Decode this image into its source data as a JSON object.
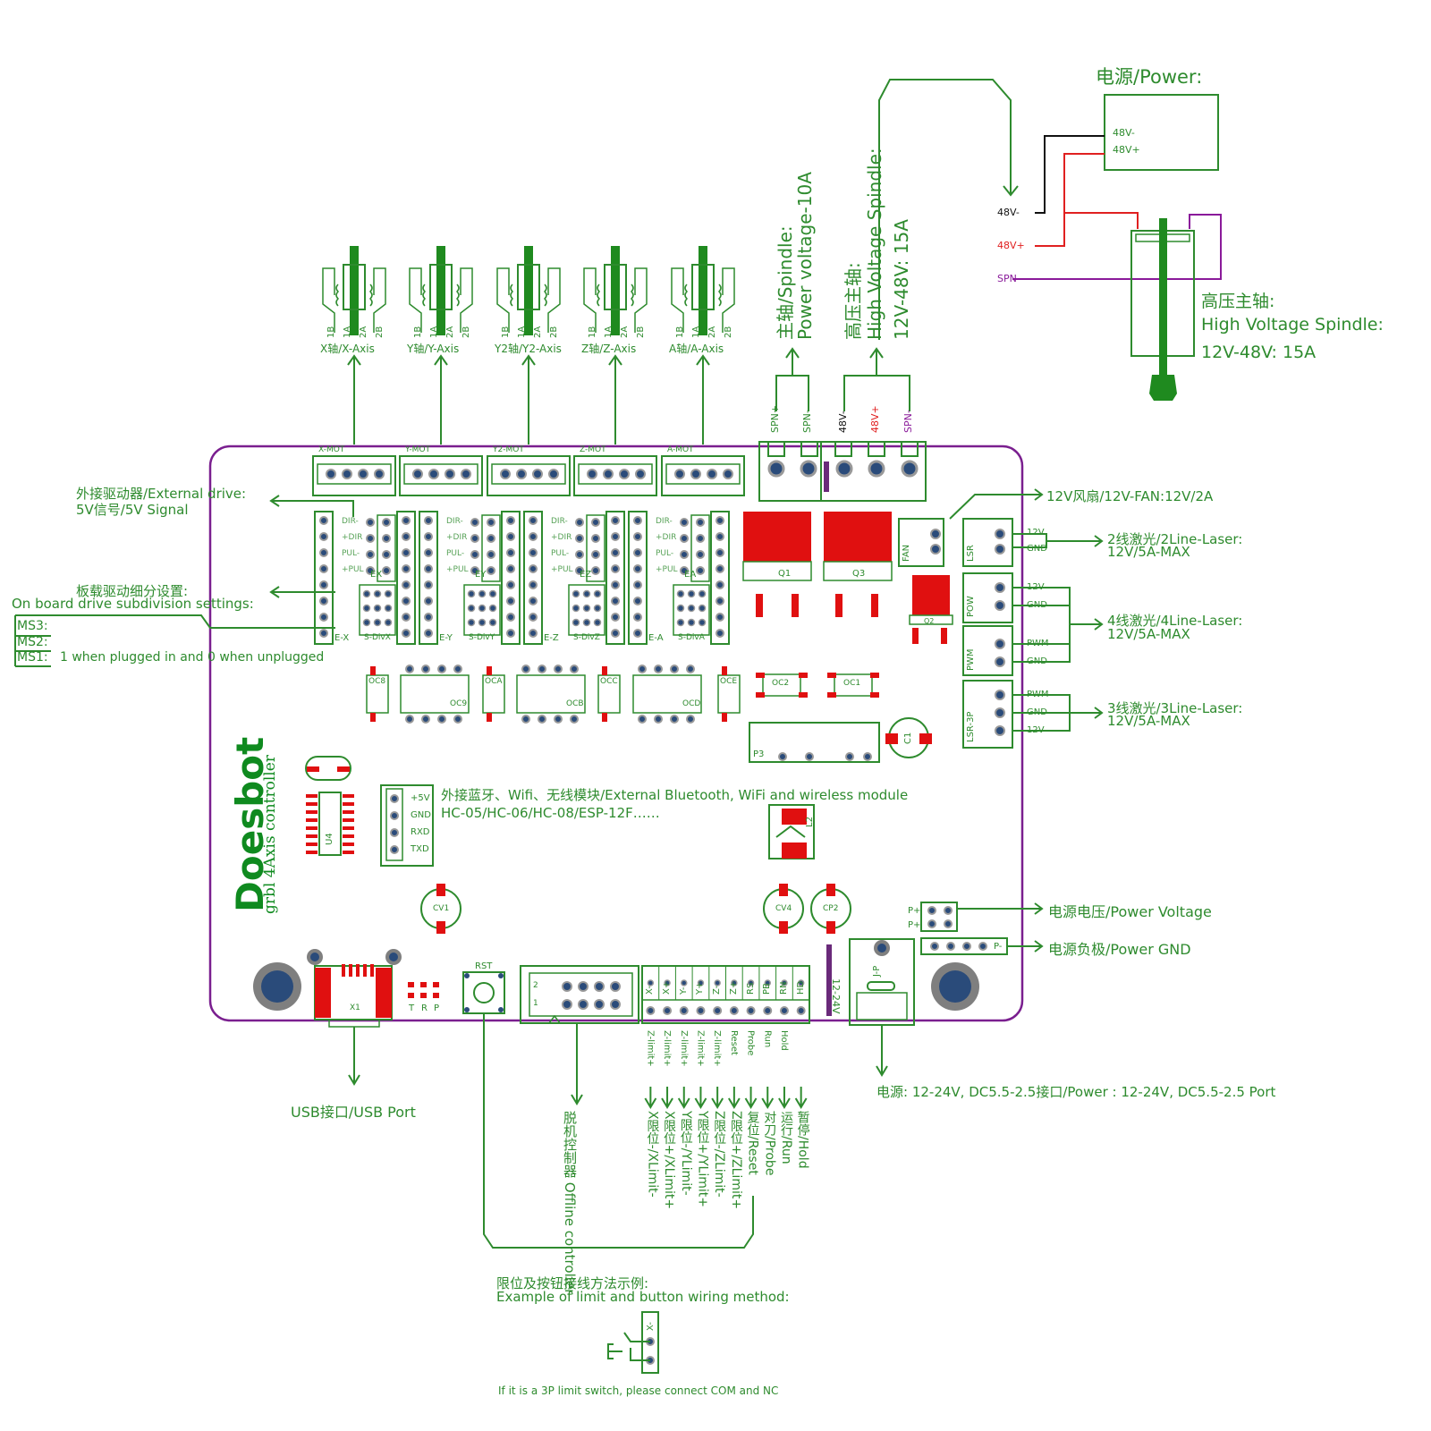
{
  "power_box": {
    "title": "电源/Power:",
    "pin_neg": "48V-",
    "pin_pos": "48V+"
  },
  "hv_spindle_wires": {
    "neg": "48V-",
    "pos": "48V+",
    "spn": "SPN-"
  },
  "hv_spindle_callout": {
    "line1": "高压主轴:",
    "line2": "High Voltage Spindle:",
    "line3": "12V-48V: 15A"
  },
  "spindle_vertical": {
    "line1": "主轴/Spindle:",
    "line2": "Power voltage-10A"
  },
  "hv_vertical": {
    "line1": "高压主轴:",
    "line2": "High Voltage Spindle:",
    "line3": "12V-48V: 15A"
  },
  "spindle_terminals": [
    "SPN+",
    "SPN-",
    "48V-",
    "48V+",
    "SPN-"
  ],
  "motors": [
    {
      "label": "X轴/X-Axis",
      "header": "X-MOT"
    },
    {
      "label": "Y轴/Y-Axis",
      "header": "Y-MOT"
    },
    {
      "label": "Y2轴/Y2-Axis",
      "header": "Y2-MOT"
    },
    {
      "label": "Z轴/Z-Axis",
      "header": "Z-MOT"
    },
    {
      "label": "A轴/A-Axis",
      "header": "A-MOT"
    }
  ],
  "motor_pins": [
    "1B",
    "1A",
    "2A",
    "2B"
  ],
  "external_drive": {
    "line1": "外接驱动器/External drive:",
    "line2": "5V信号/5V Signal"
  },
  "subdivision": {
    "line1": "板载驱动细分设置:",
    "line2": "On board drive subdivision settings:",
    "ms3": "MS3:",
    "ms2": "MS2:",
    "ms1": "MS1:",
    "note": "1 when plugged in and 0 when unplugged"
  },
  "driver_labels": [
    {
      "ext": "E-X",
      "ex": "EX",
      "sdiv": "S-DivX"
    },
    {
      "ext": "E-Y",
      "ex": "EY",
      "sdiv": "S-DivY"
    },
    {
      "ext": "E-Z",
      "ex": "EZ",
      "sdiv": "S-DivZ"
    },
    {
      "ext": "E-A",
      "ex": "EA",
      "sdiv": "S-DivA"
    }
  ],
  "driver_pins": [
    "DIR-",
    "+DIR",
    "PUL-",
    "+PUL"
  ],
  "optos": [
    "OC8",
    "OC9",
    "OCA",
    "OCB",
    "OCC",
    "OCD",
    "OCE",
    "OC2",
    "OC1"
  ],
  "mosfets": [
    "Q1",
    "Q3",
    "Q2"
  ],
  "fan": {
    "label": "12V风扇/12V-FAN:12V/2A",
    "header": "FAN"
  },
  "laser2": {
    "label1": "2线激光/2Line-Laser:",
    "label2": "12V/5A-MAX",
    "pins": [
      "12V",
      "GND"
    ],
    "header": "LSR"
  },
  "laser4": {
    "label1": "4线激光/4Line-Laser:",
    "label2": "12V/5A-MAX",
    "pins": [
      "12V",
      "GND",
      "PWM",
      "GND"
    ],
    "headers": [
      "POW",
      "PWM"
    ]
  },
  "laser3": {
    "label1": "3线激光/3Line-Laser:",
    "label2": "12V/5A-MAX",
    "pins": [
      "PWM",
      "GND",
      "12V"
    ],
    "header": "LSR-3P"
  },
  "p3": "P3",
  "c1": "C1",
  "wireless": {
    "line1": "外接蓝牙、Wifi、无线模块/External Bluetooth, WiFi and wireless module",
    "line2": "HC-05/HC-06/HC-08/ESP-12F……",
    "pins": [
      "+5V",
      "GND",
      "RXD",
      "TXD"
    ]
  },
  "u4": "U4",
  "l2": "L2",
  "caps": [
    "CV1",
    "CV4",
    "CP2"
  ],
  "brand": {
    "name": "Doesbot",
    "subtitle": "grbl 4Axis controller"
  },
  "power_voltage": {
    "label": "电源电压/Power Voltage",
    "pin": "P+"
  },
  "power_gnd": {
    "label": "电源负极/Power GND",
    "pin": "P-"
  },
  "usb": {
    "label": "USB接口/USB Port",
    "ref": "X1"
  },
  "leds": [
    "T",
    "R",
    "P"
  ],
  "rst": "RST",
  "offline": {
    "label": "脱机控制器 Offline controller",
    "pins": [
      "2",
      "1"
    ]
  },
  "limits_header": [
    "X-",
    "X+",
    "Y-",
    "Y+",
    "Z-",
    "Z+",
    "RS",
    "PB",
    "RN",
    "HD"
  ],
  "limits_under": [
    "Z-limit+",
    "Z-limit+",
    "Z-limit+",
    "Z-limit+",
    "Z-limit+",
    "Reset",
    "Probe",
    "Run",
    "Hold"
  ],
  "limits_desc": [
    "X限位-/XLimit-",
    "X限位+/XLimit+",
    "Y限位-/YLimit-",
    "Y限位+/YLimit+",
    "Z限位-/ZLimit-",
    "Z限位+/ZLimit+",
    "复位/Reset",
    "对刀/Probe",
    "运行/Run",
    "暂停/Hold"
  ],
  "dc_jack": {
    "ref": "J-P",
    "voltage": "12-24V",
    "label": "电源: 12-24V, DC5.5-2.5接口/Power : 12-24V, DC5.5-2.5 Port"
  },
  "example": {
    "line1": "限位及按钮接线方法示例:",
    "line2": "Example of limit and button wiring method:",
    "note": "If it is a 3P limit switch, please connect COM and NC",
    "pin": "X-"
  },
  "colors": {
    "board": "#7a1f8f",
    "green": "#2e8b2e",
    "pad_red": "#e01010",
    "brand": "#0f8a1f"
  }
}
